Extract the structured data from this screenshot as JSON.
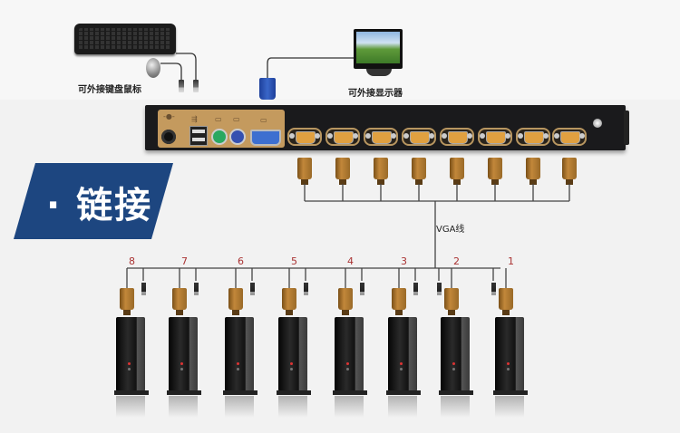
{
  "labels": {
    "keyboard_mouse": "可外接键盘鼠标",
    "monitor": "可外接显示器",
    "section_title_bullet": "·",
    "section_title": "链接",
    "vga_cable": "VGA线"
  },
  "colors": {
    "badge_blue": "#1d4680",
    "port_number_red": "#a33333",
    "kvm_panel_tan": "#c49a5e"
  },
  "ports": [
    "8",
    "7",
    "6",
    "5",
    "4",
    "3",
    "2",
    "1"
  ],
  "icons": {
    "power": "power-jack-icon",
    "usb": "usb-icon",
    "keyboard": "keyboard-port-icon",
    "mouse": "mouse-port-icon",
    "monitor": "monitor-port-icon"
  }
}
